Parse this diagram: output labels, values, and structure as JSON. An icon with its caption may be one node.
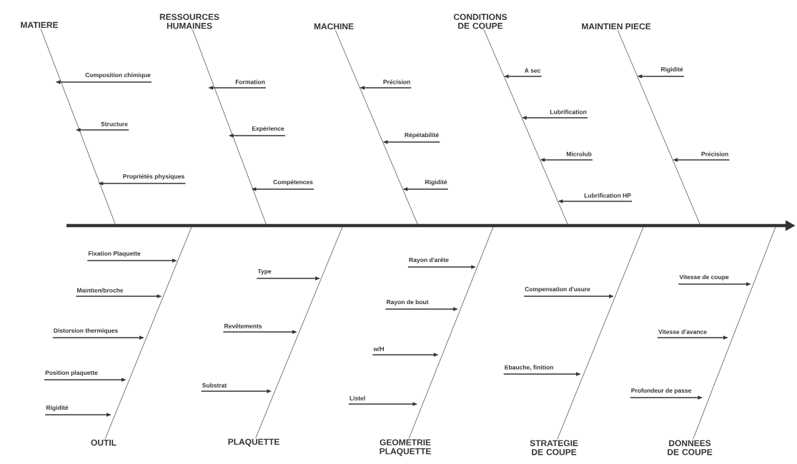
{
  "diagram": {
    "nodes": [
      {
        "text": [
          "MATIERE"
        ]
      },
      {
        "text": [
          "Composition chimique"
        ]
      },
      {
        "text": [
          "Structure"
        ]
      },
      {
        "text": [
          "Propriétés physiques"
        ]
      },
      {
        "text": [
          "RESSOURCES HUMAINES"
        ]
      },
      {
        "text": [
          "Formation"
        ]
      },
      {
        "text": [
          "Expérience"
        ]
      },
      {
        "text": [
          "Compétences"
        ]
      },
      {
        "text": [
          "MACHINE"
        ]
      },
      {
        "text": [
          "Précision"
        ]
      },
      {
        "text": [
          "Répétabilité"
        ]
      },
      {
        "text": [
          "Rigidité"
        ]
      },
      {
        "text": [
          "CONDITIONS DE COUPE"
        ]
      },
      {
        "text": [
          "A sec"
        ]
      },
      {
        "text": [
          "Lubrification"
        ]
      },
      {
        "text": [
          "Microlub"
        ]
      },
      {
        "text": [
          "Lubrification HP"
        ]
      },
      {
        "text": [
          "MAINTIEN PIECE"
        ]
      },
      {
        "text": [
          "Rigidité"
        ]
      },
      {
        "text": [
          "Précision"
        ]
      },
      {
        "text": [
          "OUTIL"
        ]
      },
      {
        "text": [
          "Fixation Plaquette"
        ]
      },
      {
        "text": [
          "Maintien/broche"
        ]
      },
      {
        "text": [
          "Distorsion thermiques"
        ]
      },
      {
        "text": [
          "Position plaquette"
        ]
      },
      {
        "text": [
          "Rigidité"
        ]
      },
      {
        "text": [
          "PLAQUETTE"
        ]
      },
      {
        "text": [
          "Type"
        ]
      },
      {
        "text": [
          "Revêtements"
        ]
      },
      {
        "text": [
          "Substrat"
        ]
      },
      {
        "text": [
          "GEOMETRIE PLAQUETTE"
        ]
      },
      {
        "text": [
          "Rayon d'arête"
        ]
      },
      {
        "text": [
          "Rayon de bout"
        ]
      },
      {
        "text": [
          "w/H"
        ]
      },
      {
        "text": [
          "Listel"
        ]
      },
      {
        "text": [
          "STRATEGIE DE COUPE"
        ]
      },
      {
        "text": [
          "Compensation d'usure"
        ]
      },
      {
        "text": [
          "Ebauche, finition"
        ]
      },
      {
        "text": [
          "DONNEES DE COUPE"
        ]
      },
      {
        "text": [
          "Vitesse de coupe"
        ]
      },
      {
        "text": [
          "Vitesse d'avance"
        ]
      },
      {
        "text": [
          "Profondeur de passe"
        ]
      }
    ],
    "edges": [
      {
        "from": 0,
        "to": null,
        "arrow": "none"
      },
      {
        "from": 1,
        "to": null,
        "arrow": "to"
      },
      {
        "from": 2,
        "to": null,
        "arrow": "to"
      },
      {
        "from": 3,
        "to": null,
        "arrow": "to"
      },
      {
        "from": 4,
        "to": null,
        "arrow": "none"
      },
      {
        "from": 5,
        "to": null,
        "arrow": "to"
      },
      {
        "from": 6,
        "to": null,
        "arrow": "to"
      },
      {
        "from": 7,
        "to": null,
        "arrow": "to"
      },
      {
        "from": 8,
        "to": null,
        "arrow": "none"
      },
      {
        "from": 9,
        "to": null,
        "arrow": "to"
      },
      {
        "from": 10,
        "to": null,
        "arrow": "to"
      },
      {
        "from": 11,
        "to": null,
        "arrow": "to"
      },
      {
        "from": 12,
        "to": null,
        "arrow": "none"
      },
      {
        "from": 13,
        "to": null,
        "arrow": "to"
      },
      {
        "from": 14,
        "to": null,
        "arrow": "to"
      },
      {
        "from": 15,
        "to": null,
        "arrow": "to"
      },
      {
        "from": 16,
        "to": null,
        "arrow": "to"
      },
      {
        "from": 17,
        "to": null,
        "arrow": "none"
      },
      {
        "from": 18,
        "to": null,
        "arrow": "to"
      },
      {
        "from": 19,
        "to": null,
        "arrow": "to"
      },
      {
        "from": 20,
        "to": null,
        "arrow": "none"
      },
      {
        "from": 21,
        "to": null,
        "arrow": "to"
      },
      {
        "from": 22,
        "to": null,
        "arrow": "to"
      },
      {
        "from": 23,
        "to": null,
        "arrow": "to"
      },
      {
        "from": 24,
        "to": null,
        "arrow": "to"
      },
      {
        "from": 25,
        "to": null,
        "arrow": "to"
      },
      {
        "from": 26,
        "to": null,
        "arrow": "none"
      },
      {
        "from": 27,
        "to": null,
        "arrow": "to"
      },
      {
        "from": 28,
        "to": null,
        "arrow": "to"
      },
      {
        "from": 29,
        "to": null,
        "arrow": "to"
      },
      {
        "from": 30,
        "to": null,
        "arrow": "none"
      },
      {
        "from": 31,
        "to": null,
        "arrow": "to"
      },
      {
        "from": 32,
        "to": null,
        "arrow": "to"
      },
      {
        "from": 33,
        "to": null,
        "arrow": "to"
      },
      {
        "from": 34,
        "to": null,
        "arrow": "to"
      },
      {
        "from": 35,
        "to": null,
        "arrow": "none"
      },
      {
        "from": 36,
        "to": null,
        "arrow": "to"
      },
      {
        "from": 37,
        "to": null,
        "arrow": "to"
      },
      {
        "from": 38,
        "to": null,
        "arrow": "none"
      },
      {
        "from": 39,
        "to": null,
        "arrow": "to"
      },
      {
        "from": 40,
        "to": null,
        "arrow": "to"
      },
      {
        "from": 41,
        "to": null,
        "arrow": "to"
      }
    ]
  }
}
